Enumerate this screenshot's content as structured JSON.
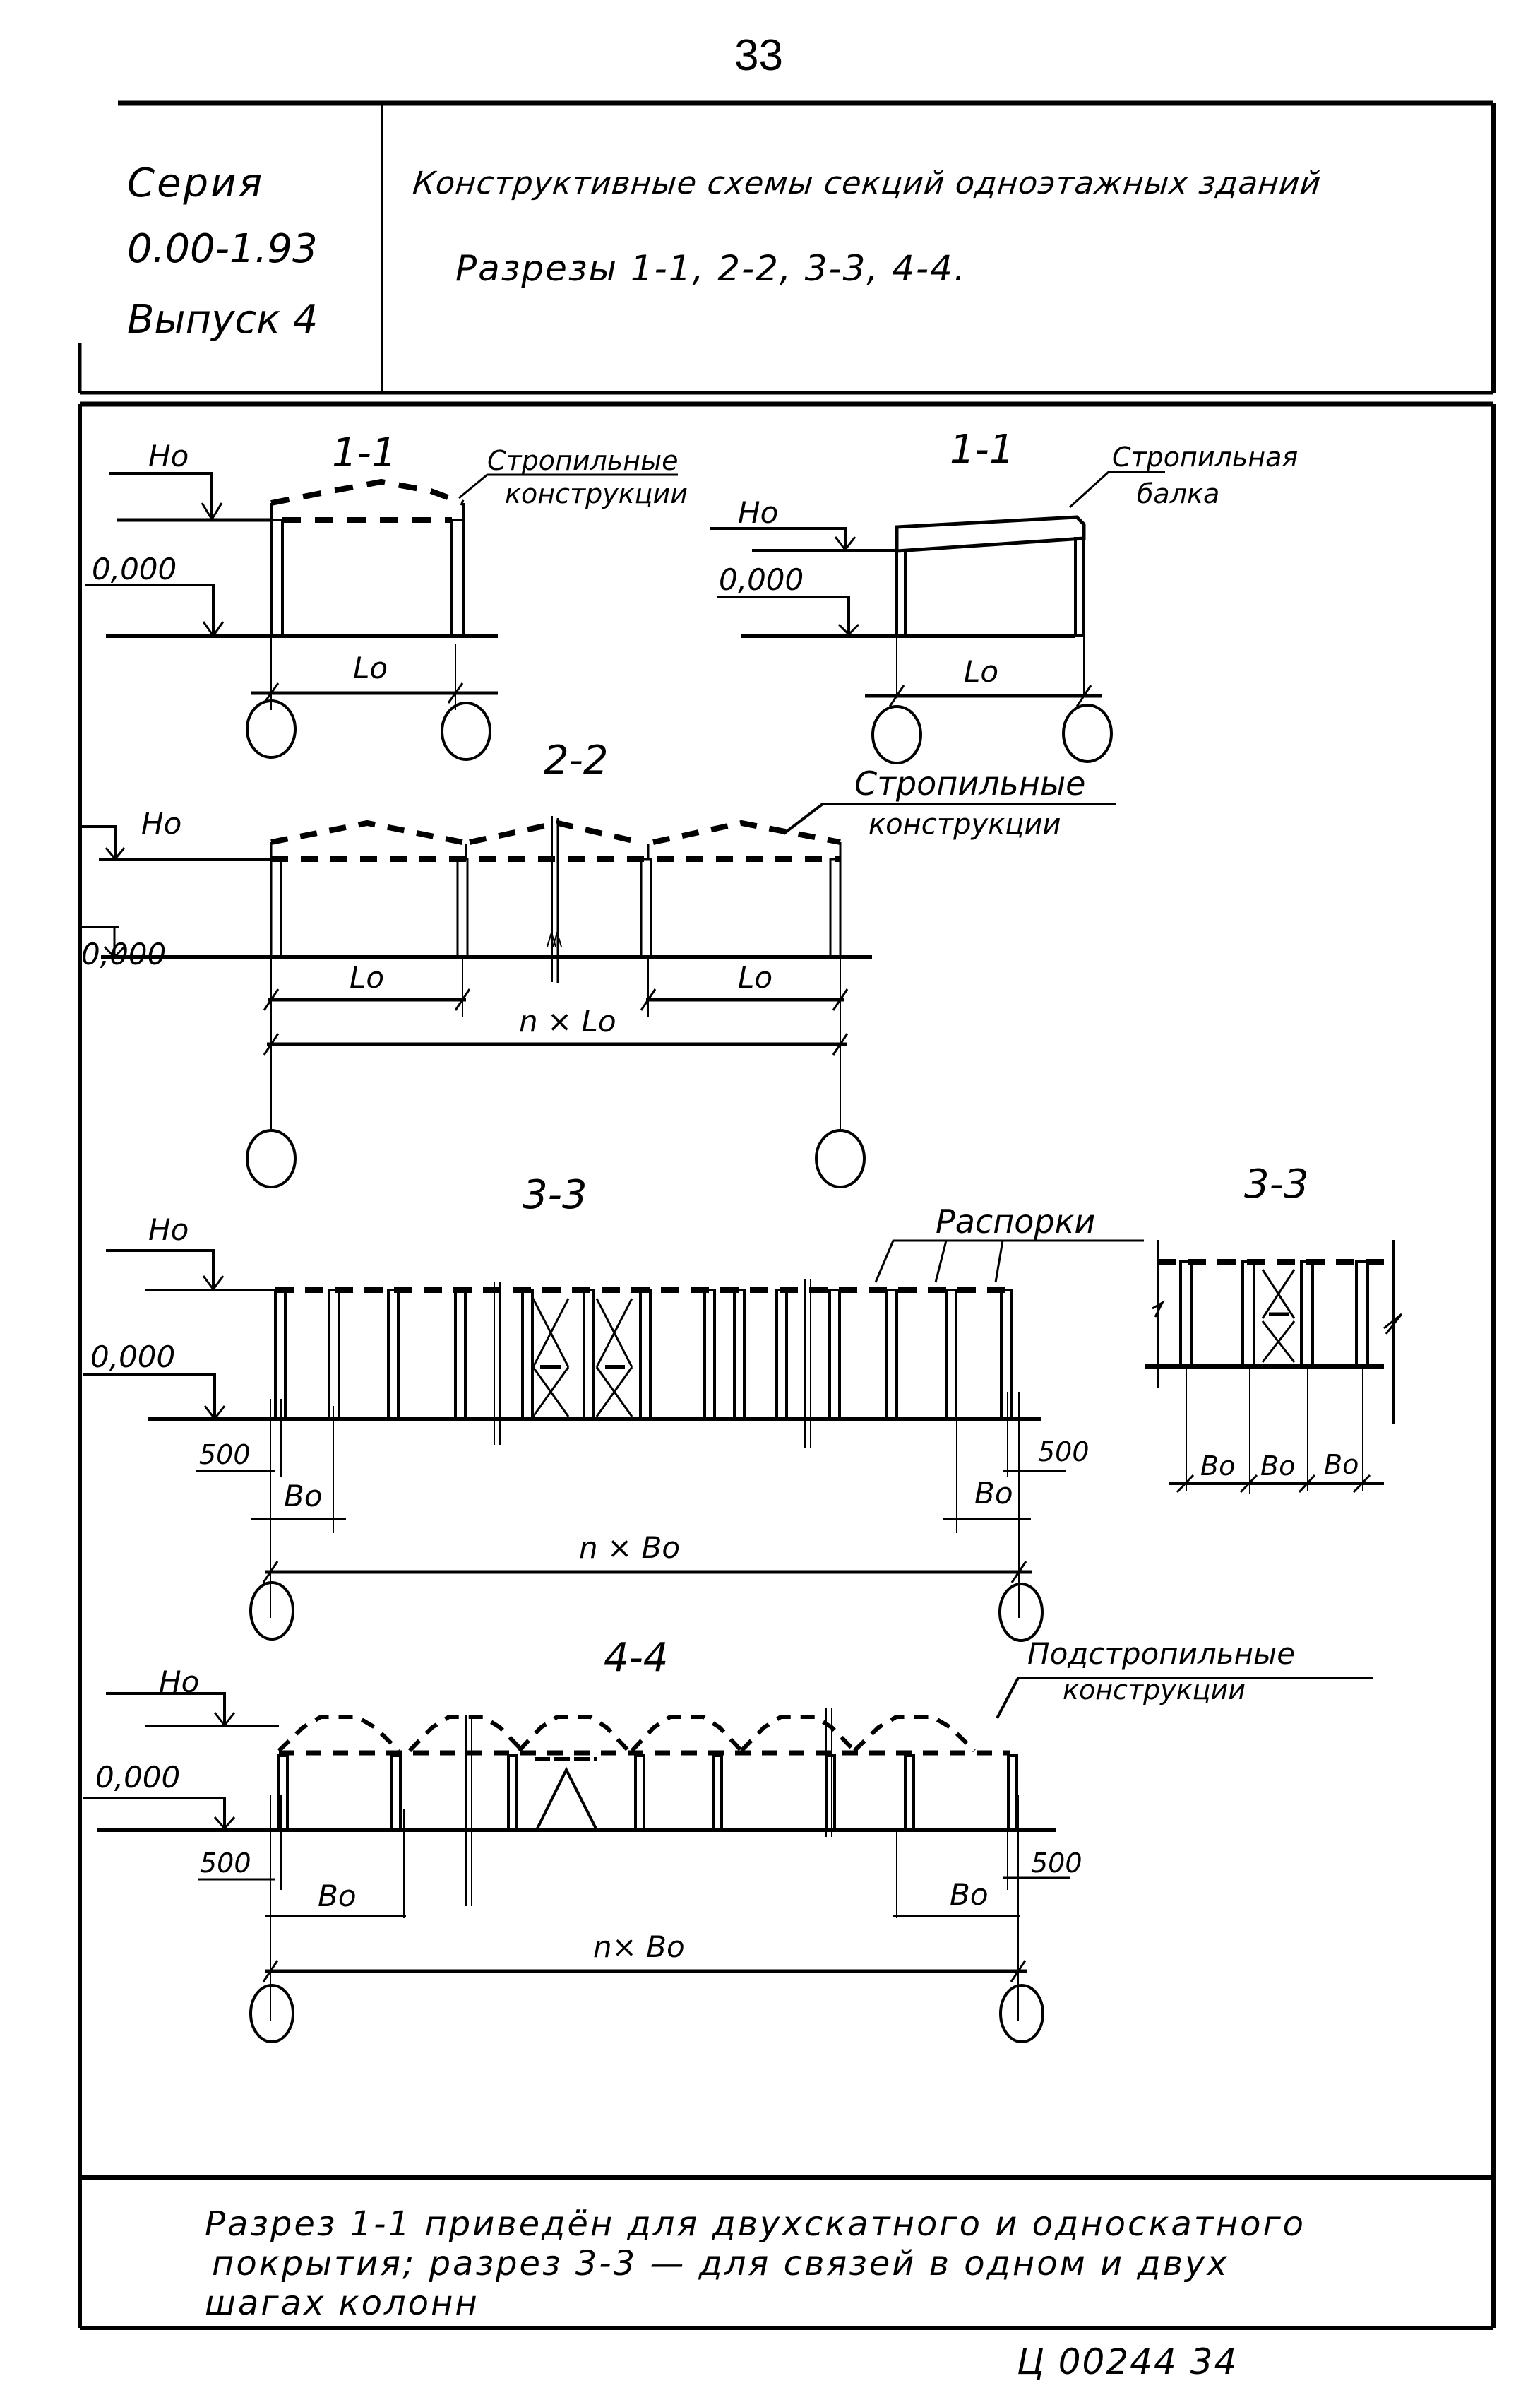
{
  "page": {
    "number": "33",
    "stamp": "Ц 00244   34"
  },
  "header": {
    "series_label": "Серия",
    "series_code": "0.00-1.93",
    "issue_label": "Выпуск 4",
    "title_line1": "Конструктивные схемы секций одноэтажных зданий",
    "title_line2": "Разрезы 1-1, 2-2, 3-3, 4-4."
  },
  "sections": {
    "s11a": {
      "title": "1-1",
      "callout": [
        "Стропильные",
        "конструкции"
      ],
      "level_top": "Ho",
      "level_zero": "0,000",
      "span": "Lo"
    },
    "s11b": {
      "title": "1-1",
      "callout": [
        "Стропильная",
        "балка"
      ],
      "level_top": "Ho",
      "level_zero": "0,000",
      "span": "Lo"
    },
    "s22": {
      "title": "2-2",
      "callout": [
        "Стропильные",
        "конструкции"
      ],
      "level_top": "Ho",
      "level_zero": "0,000",
      "span_left": "Lo",
      "span_right": "Lo",
      "span_total": "n × Lo"
    },
    "s33": {
      "title": "3-3",
      "callout": "Распорки",
      "level_top": "Ho",
      "level_zero": "0,000",
      "offset_left": "500",
      "offset_right": "500",
      "step_left": "Bo",
      "step_right": "Bo",
      "step_total": "n × Bo"
    },
    "s33b": {
      "title": "3-3",
      "steps": [
        "Bo",
        "Bo",
        "Bo"
      ]
    },
    "s44": {
      "title": "4-4",
      "callout": [
        "Подстропильные",
        "конструкции"
      ],
      "level_top": "Ho",
      "level_zero": "0,000",
      "offset_left": "500",
      "offset_right": "500",
      "step_left": "Bo",
      "step_right": "Bo",
      "step_total": "n× Bo"
    }
  },
  "notes": {
    "lines": [
      "Разрез 1-1  приведён для двухскатного и односкатного",
      "покрытия; разрез 3-3 — для связей в одном и двух",
      "шагах колонн"
    ]
  }
}
